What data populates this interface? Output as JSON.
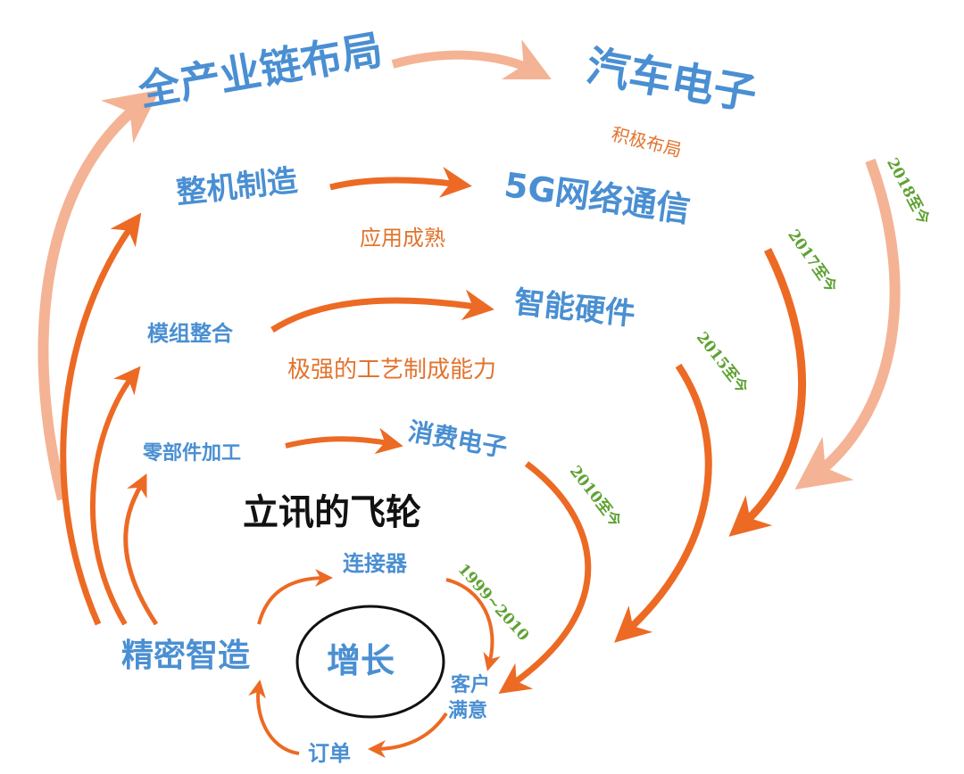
{
  "title": "立讯的飞轮",
  "center": "增长",
  "core_loop": {
    "connector": "连接器",
    "customer_line1": "客户",
    "customer_line2": "满意",
    "order": "订单",
    "precision": "精密智造"
  },
  "left_stages": {
    "parts": "零部件加工",
    "module": "模组整合",
    "whole_machine": "整机制造",
    "full_chain": "全产业链布局"
  },
  "right_stages": {
    "consumer": "消费电子",
    "smart_hw": "智能硬件",
    "network": "5G网络通信",
    "auto": "汽车电子"
  },
  "captions": {
    "process": "极强的工艺制成能力",
    "mature": "应用成熟",
    "active": "积极布局"
  },
  "periods": {
    "p1": "1999~2010",
    "p2": "2010至今",
    "p3": "2015至今",
    "p4": "2017至今",
    "p5": "2018至今"
  },
  "colors": {
    "orange_arrow": "#ec6a24",
    "pale_arrow": "#f4b394",
    "blue_text": "#4a8fd2",
    "green_text": "#5fa234",
    "orange_text": "#e1742f"
  }
}
